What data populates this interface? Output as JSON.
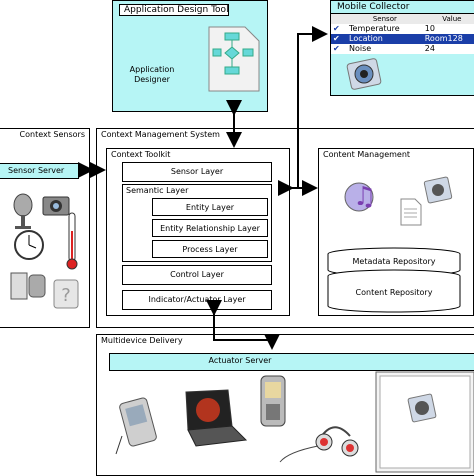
{
  "app_tool": {
    "title": "Application Design Tool",
    "designer": "Application\nDesigner"
  },
  "mobile": {
    "title": "Mobile Collector",
    "columns": [
      "Sensor",
      "Value"
    ],
    "rows": [
      {
        "sensor": "Temperature",
        "value": "10"
      },
      {
        "sensor": "Location",
        "value": "Room128"
      },
      {
        "sensor": "Noise",
        "value": "24"
      }
    ]
  },
  "sensors": {
    "title": "Context Sensors",
    "server": "Sensor Server"
  },
  "cms": {
    "title": "Context Management System",
    "toolkit": "Context Toolkit",
    "sensor_layer": "Sensor Layer",
    "semantic": "Semantic Layer",
    "entity": "Entity Layer",
    "entity_rel": "Entity Relationship Layer",
    "process": "Process Layer",
    "control": "Control Layer",
    "indicator": "Indicator/Actuator Layer"
  },
  "content": {
    "title": "Content Management",
    "metadata": "Metadata Repository",
    "repo": "Content Repository"
  },
  "delivery": {
    "title": "Multidevice Delivery",
    "actuator": "Actuator Server"
  },
  "colors": {
    "panel": "#b6f5f5",
    "highlight": "#1a3ea8"
  }
}
